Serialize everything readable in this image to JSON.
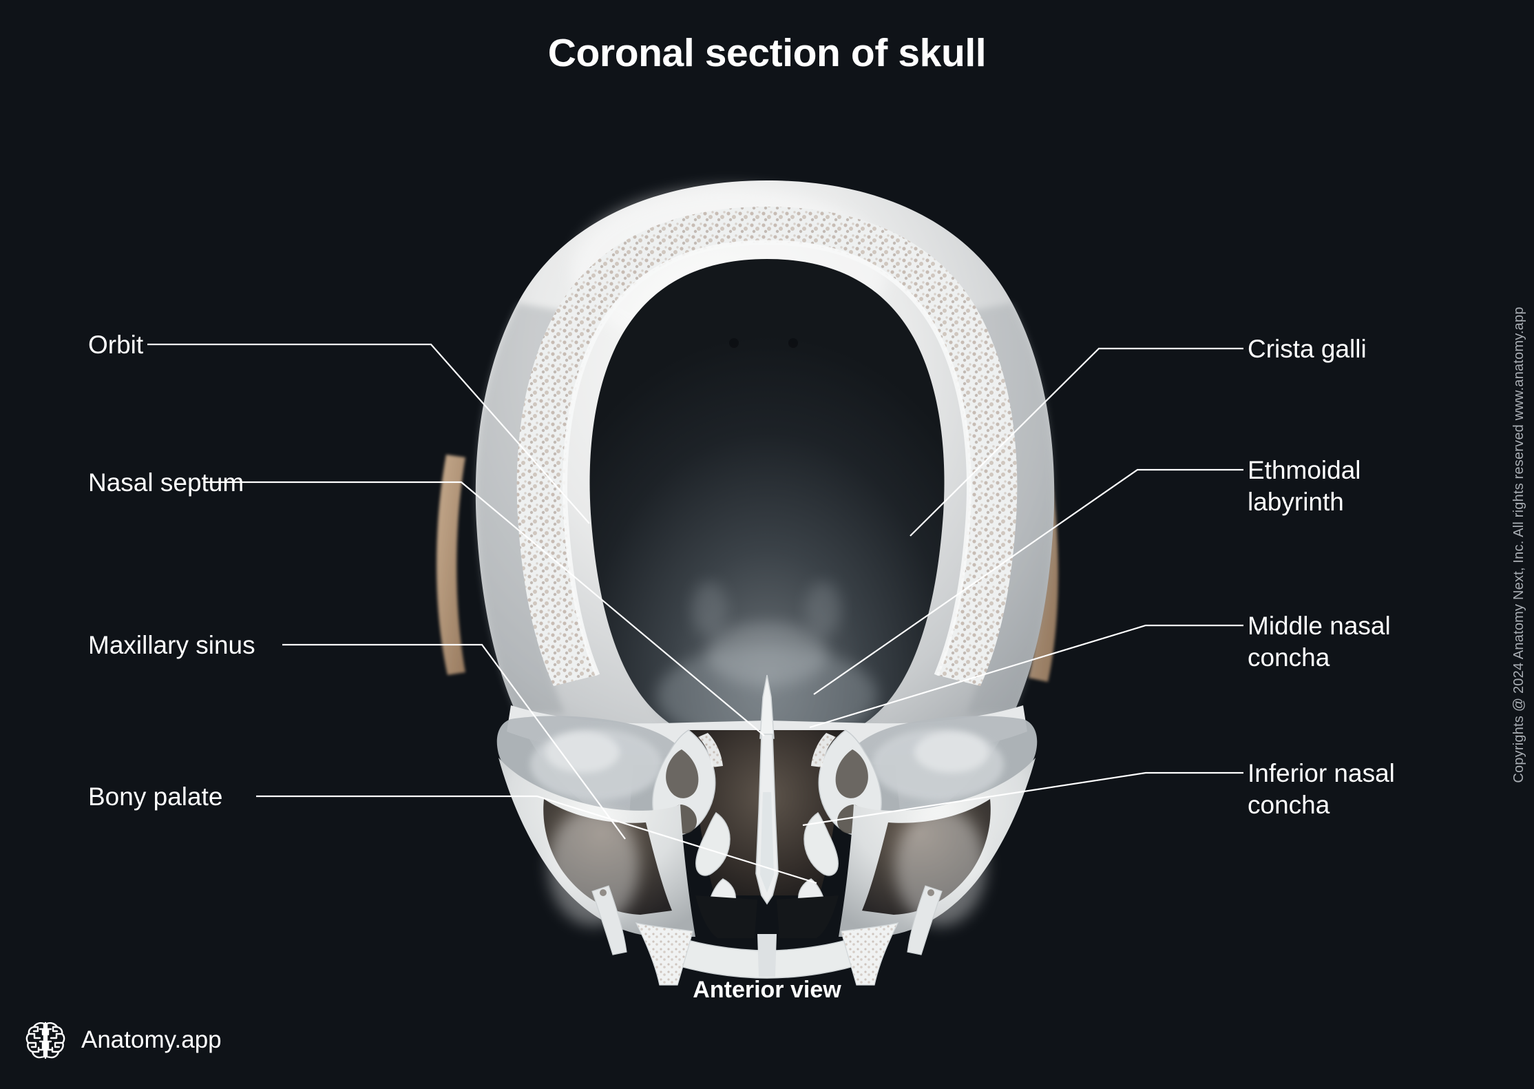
{
  "page": {
    "title": "Coronal section of skull",
    "caption": "Anterior view",
    "background_color": "#0f1318",
    "text_color": "#ffffff",
    "leader_line_color": "#ffffff"
  },
  "logo": {
    "icon": "brain-icon",
    "text": "Anatomy.app"
  },
  "copyright": {
    "text": "Copyrights @ 2024 Anatomy Next, Inc. All rights reserved www.anatomy.app",
    "color": "#a9aeb4"
  },
  "labels": {
    "left": [
      {
        "id": "orbit",
        "text": "Orbit"
      },
      {
        "id": "nasal-septum",
        "text": "Nasal septum"
      },
      {
        "id": "maxillary-sinus",
        "text": "Maxillary sinus"
      },
      {
        "id": "bony-palate",
        "text": "Bony palate"
      }
    ],
    "right": [
      {
        "id": "crista-galli",
        "text": "Crista galli"
      },
      {
        "id": "ethmoidal-labyrinth",
        "text": "Ethmoidal\nlabyrinth"
      },
      {
        "id": "middle-nasal-concha",
        "text": "Middle nasal\nconcha"
      },
      {
        "id": "inferior-nasal-concha",
        "text": "Inferior nasal\nconcha"
      }
    ]
  }
}
